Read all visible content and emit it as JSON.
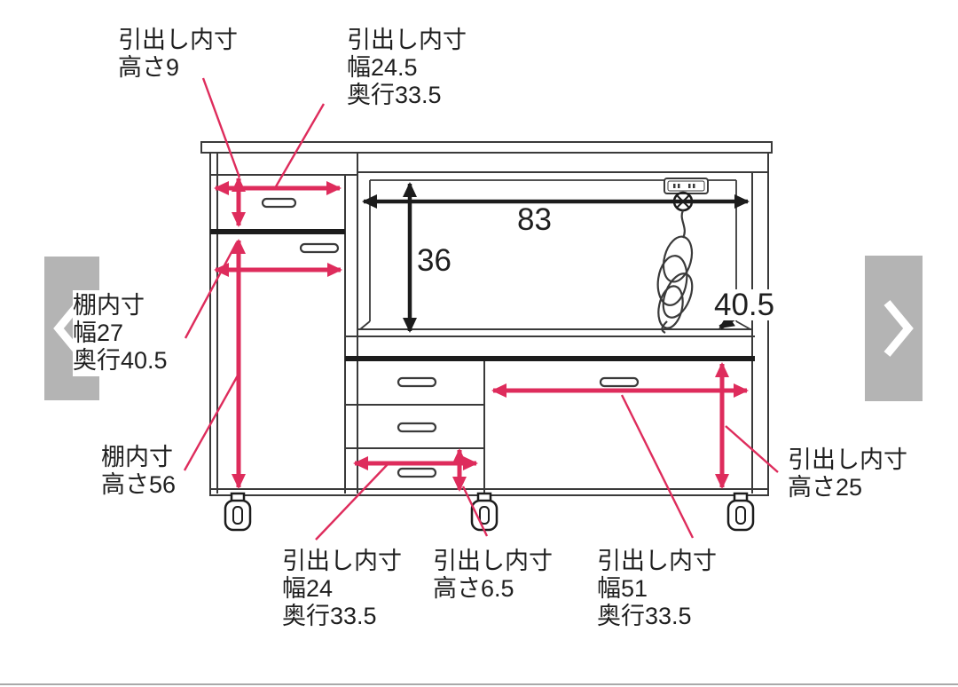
{
  "colors": {
    "accent_red": "#de2c5c",
    "drawing_line": "#3a3a3a",
    "thick_line": "#1c1c1c",
    "nav_gray": "#b4b4b4"
  },
  "carousel": {
    "prev_icon": "chevron-left",
    "next_icon": "chevron-right"
  },
  "diagram": {
    "dimension_labels": [
      {
        "id": "top-left-drawer",
        "lines": [
          "引出し内寸",
          "高さ9"
        ]
      },
      {
        "id": "top-mid-drawer",
        "lines": [
          "引出し内寸",
          "幅24.5",
          "奥行33.5"
        ]
      },
      {
        "id": "left-shelf",
        "lines": [
          "棚内寸",
          "幅27",
          "奥行40.5"
        ]
      },
      {
        "id": "left-shelf-height",
        "lines": [
          "棚内寸",
          "高さ56"
        ]
      },
      {
        "id": "bottom-left-drawer",
        "lines": [
          "引出し内寸",
          "幅24",
          "奥行33.5"
        ]
      },
      {
        "id": "bottom-mid-drawer",
        "lines": [
          "引出し内寸",
          "高さ6.5"
        ]
      },
      {
        "id": "bottom-right-drawer",
        "lines": [
          "引出し内寸",
          "幅51",
          "奥行33.5"
        ]
      },
      {
        "id": "right-drawer",
        "lines": [
          "引出し内寸",
          "高さ25"
        ]
      }
    ],
    "inline_measurements": {
      "opening_width": "83",
      "opening_height": "36",
      "opening_depth": "40.5"
    }
  }
}
